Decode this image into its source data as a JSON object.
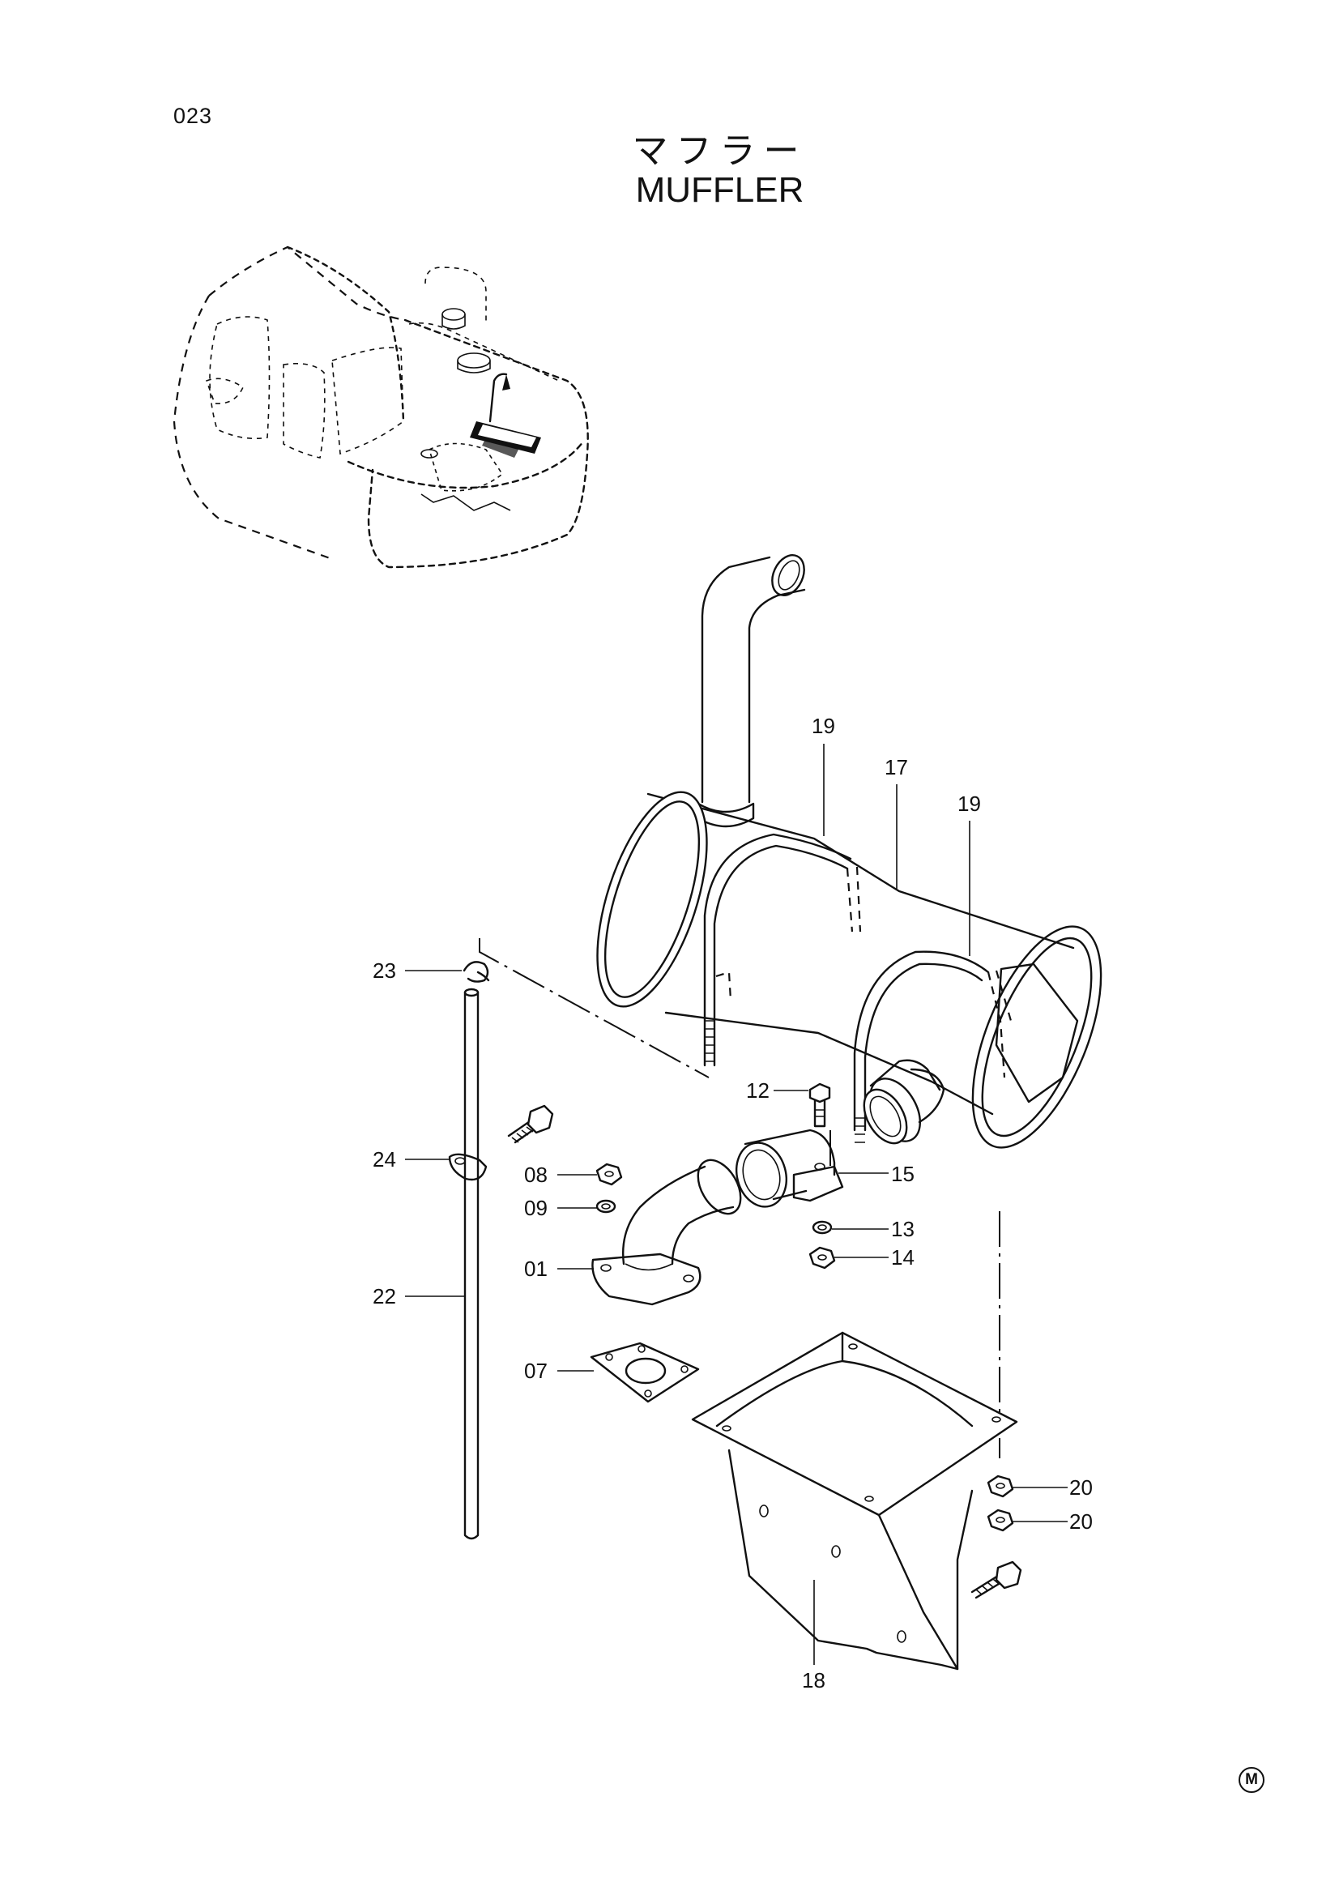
{
  "page_number": "023",
  "title_ja": "マフラー",
  "title_en": "MUFFLER",
  "mark": "M",
  "callouts": {
    "c01": "01",
    "c07": "07",
    "c08": "08",
    "c09": "09",
    "c12": "12",
    "c13": "13",
    "c14": "14",
    "c15": "15",
    "c17": "17",
    "c18": "18",
    "c19a": "19",
    "c19b": "19",
    "c20a": "20",
    "c20b": "20",
    "c22": "22",
    "c23": "23",
    "c24": "24"
  }
}
